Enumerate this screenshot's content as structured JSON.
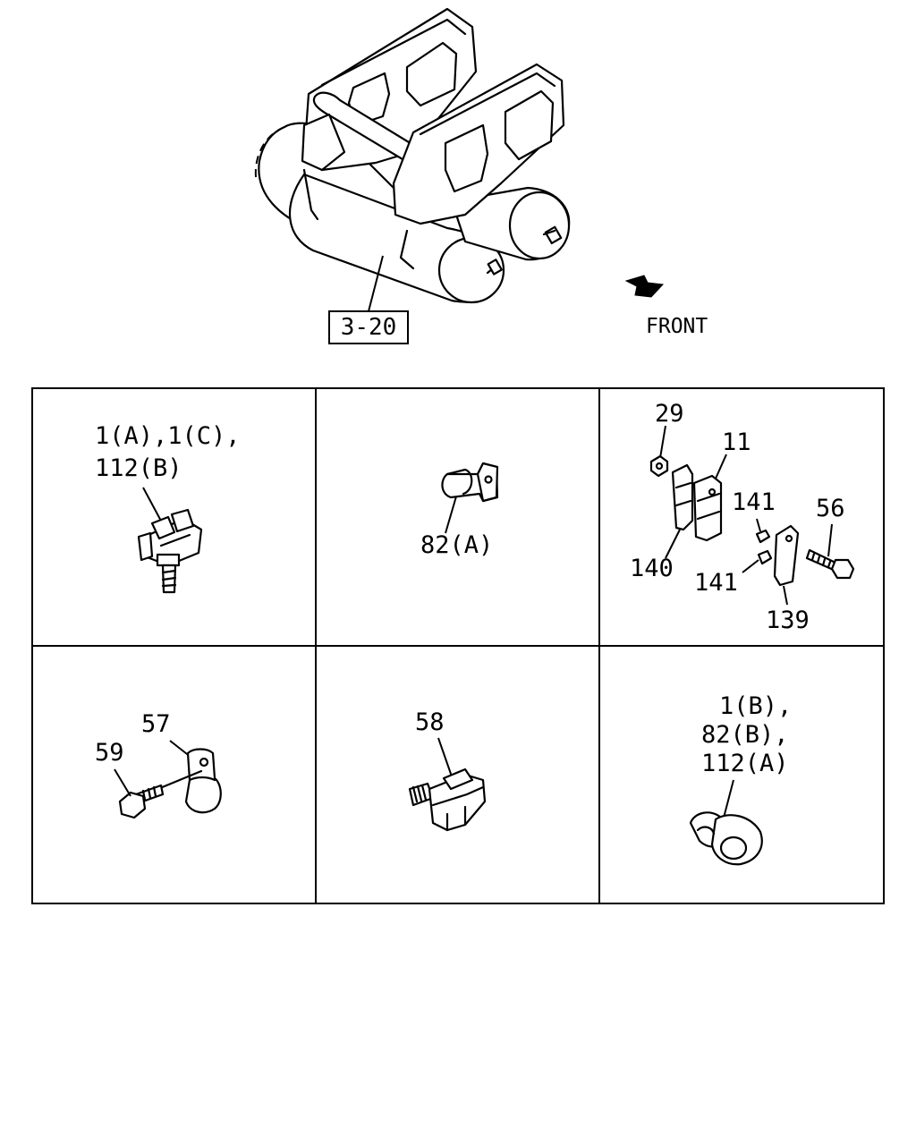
{
  "reference": "3-20",
  "direction_label": "FRONT",
  "panels": [
    {
      "id": "p1",
      "labels": [
        "1(A),1(C),",
        "112(B)"
      ]
    },
    {
      "id": "p2",
      "labels": [
        "82(A)"
      ]
    },
    {
      "id": "p3",
      "labels": [
        "29",
        "11",
        "141",
        "56",
        "140",
        "141",
        "139"
      ]
    },
    {
      "id": "p4",
      "labels": [
        "57",
        "59"
      ]
    },
    {
      "id": "p5",
      "labels": [
        "58"
      ]
    },
    {
      "id": "p6",
      "labels": [
        "1(B),",
        "82(B),",
        "112(A)"
      ]
    }
  ]
}
